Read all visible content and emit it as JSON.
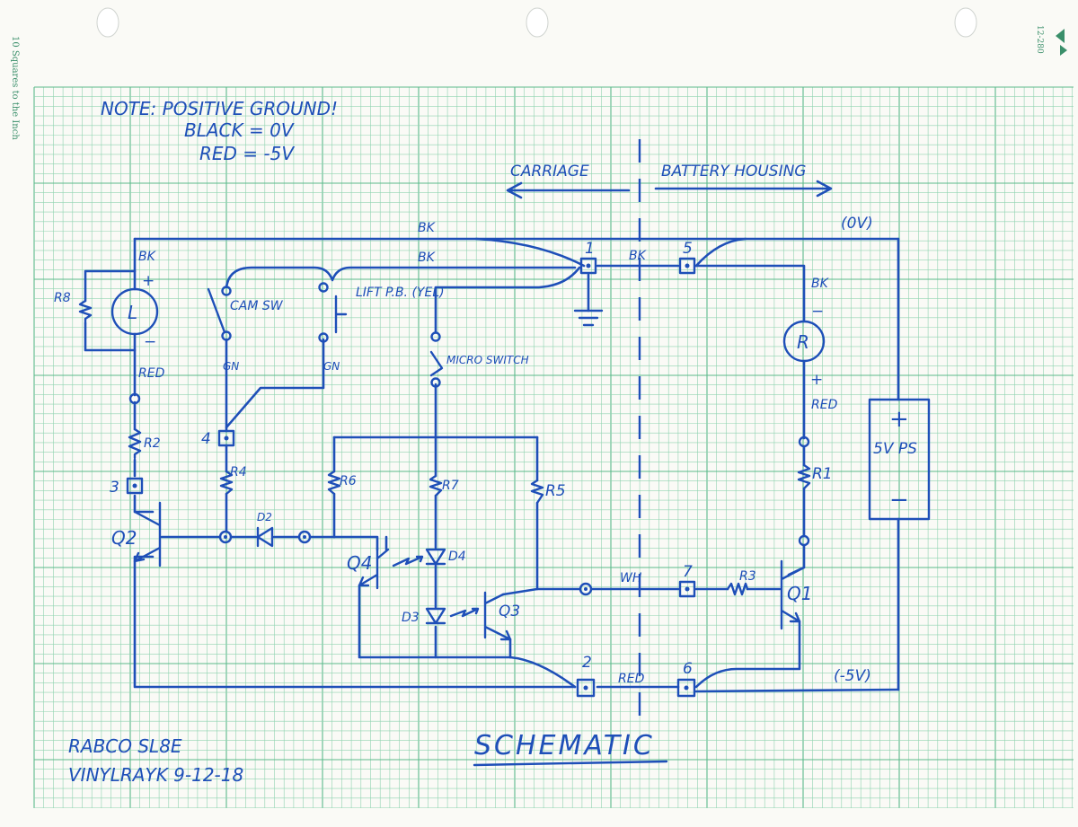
{
  "page": {
    "paper_side_text": "10 Squares to the Inch",
    "paper_brand_text": "12-280"
  },
  "notes": {
    "line1": "NOTE: POSITIVE GROUND!",
    "line2": "BLACK = 0V",
    "line3": "RED = -5V"
  },
  "sections": {
    "left": "CARRIAGE",
    "right": "BATTERY HOUSING"
  },
  "rails": {
    "top": "(0V)",
    "bottom": "(-5V)"
  },
  "wire_labels": {
    "bk_top": "BK",
    "bk_second": "BK",
    "bk_lamp": "BK",
    "bk_between": "BK",
    "bk_right": "BK",
    "red_lamp": "RED",
    "red_right": "RED",
    "red_bottom": "RED",
    "gn_cam": "GN",
    "gn_lift": "GN",
    "wh": "WH"
  },
  "components": {
    "r8": "R8",
    "lamp": "L",
    "lamp_plus": "+",
    "lamp_minus": "−",
    "cam_sw": "CAM SW",
    "lift_pb": "LIFT P.B. (YEL)",
    "micro_switch": "MICRO SWITCH",
    "r2": "R2",
    "r4": "R4",
    "r6": "R6",
    "r7": "R7",
    "r5": "R5",
    "r1": "R1",
    "r3": "R3",
    "q1": "Q1",
    "q2": "Q2",
    "q3": "Q3",
    "q4": "Q4",
    "d2": "D2",
    "d3": "D3",
    "d4": "D4",
    "relay": "R",
    "relay_minus": "−",
    "relay_plus": "+",
    "ps_plus": "+",
    "ps_label": "5V PS",
    "ps_minus": "−"
  },
  "terminals": [
    "1",
    "2",
    "3",
    "4",
    "5",
    "6",
    "7"
  ],
  "title": "SCHEMATIC",
  "footer": {
    "model": "RABCO SL8E",
    "author_date": "VINYLRAYK   9-12-18"
  },
  "colors": {
    "ink": "#1e4fb8",
    "grid": "#8fd3b0",
    "paper": "#fafaf6"
  }
}
